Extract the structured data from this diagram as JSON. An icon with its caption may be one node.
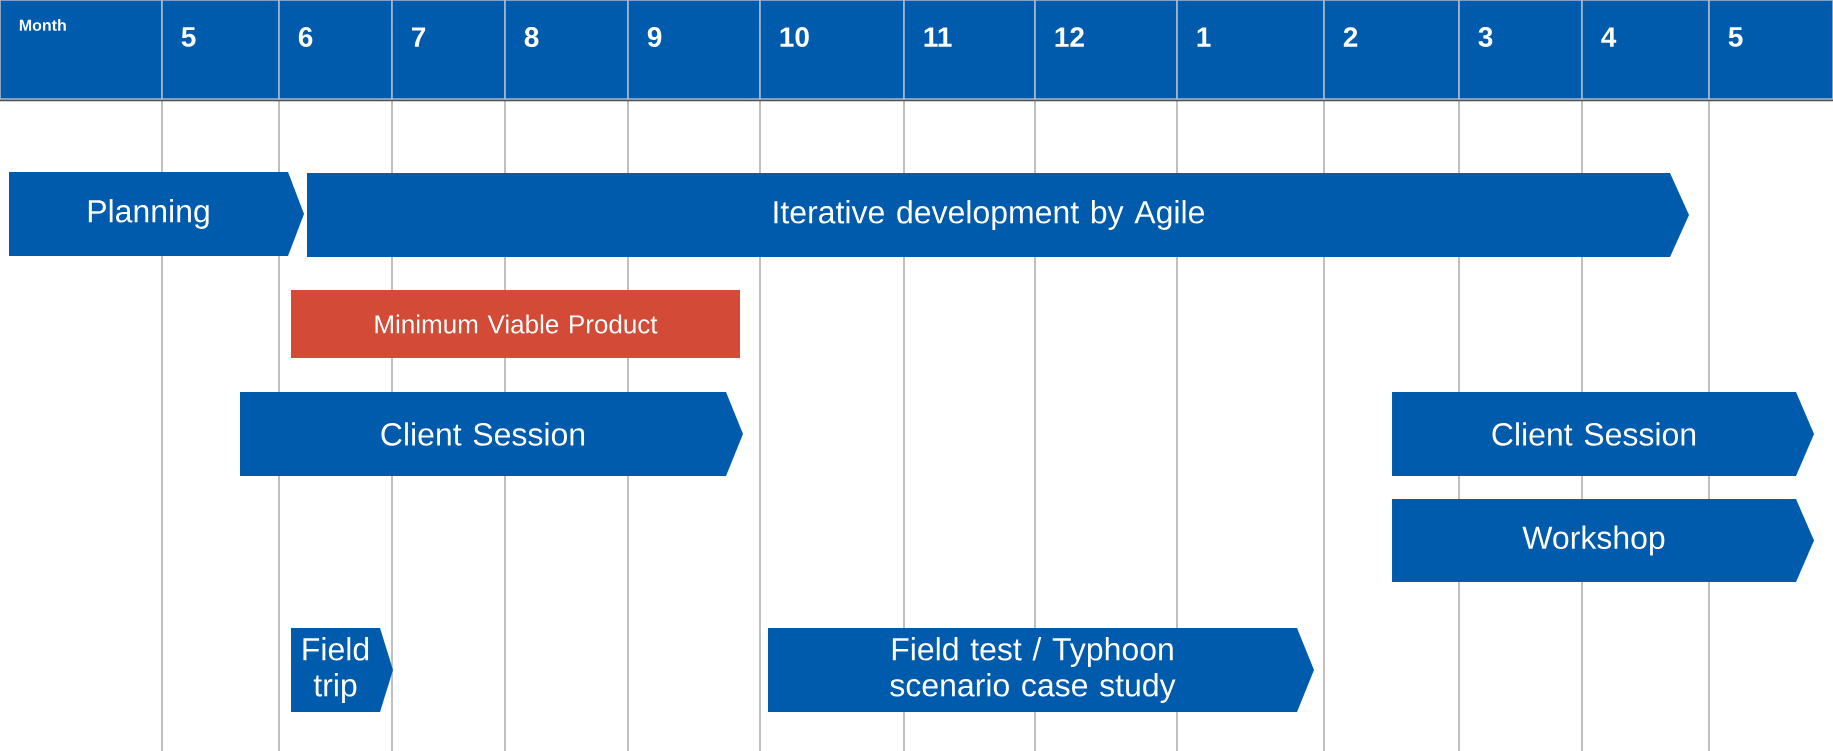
{
  "diagram": {
    "nodes": [
      {
        "text": [
          "Planning"
        ]
      },
      {
        "text": [
          "Iterative development by Agile"
        ]
      },
      {
        "text": [
          "Minimum Viable Product"
        ]
      },
      {
        "text": [
          "Client Session"
        ]
      },
      {
        "text": [
          "Client Session"
        ]
      },
      {
        "text": [
          "Workshop"
        ]
      },
      {
        "text": [
          "Field trip"
        ]
      },
      {
        "text": [
          "Field test / Typhoon scenario case study"
        ]
      }
    ],
    "labels": [
      "Month",
      "5",
      "6",
      "7",
      "8",
      "9",
      "10",
      "11",
      "12",
      "1",
      "2",
      "3",
      "4",
      "5"
    ]
  }
}
